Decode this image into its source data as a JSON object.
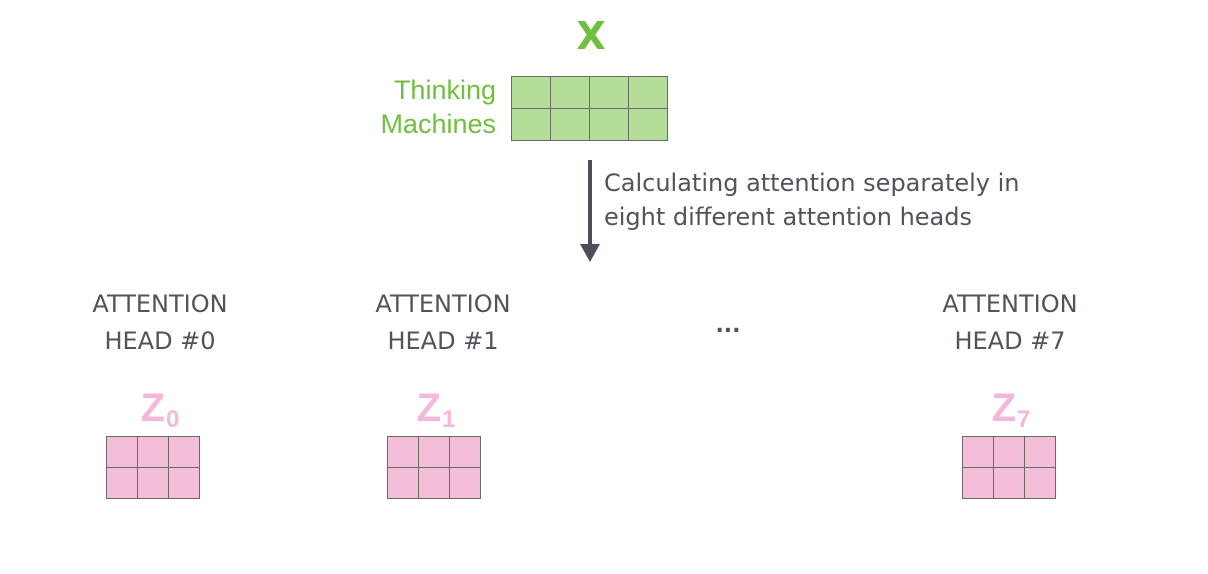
{
  "input": {
    "matrix_label": "X",
    "words": [
      "Thinking",
      "Machines"
    ],
    "grid": {
      "rows": 2,
      "cols": 4
    }
  },
  "arrow": {
    "caption_lines": [
      "Calculating attention separately in",
      "eight different attention heads"
    ]
  },
  "heads": [
    {
      "title_lines": [
        "ATTENTION",
        "HEAD #0"
      ],
      "z_base": "Z",
      "z_sub": "0",
      "grid": {
        "rows": 2,
        "cols": 3
      }
    },
    {
      "title_lines": [
        "ATTENTION",
        "HEAD #1"
      ],
      "z_base": "Z",
      "z_sub": "1",
      "grid": {
        "rows": 2,
        "cols": 3
      }
    },
    {
      "title_lines": [
        "ATTENTION",
        "HEAD #7"
      ],
      "z_base": "Z",
      "z_sub": "7",
      "grid": {
        "rows": 2,
        "cols": 3
      }
    }
  ],
  "ellipsis": "...",
  "colors": {
    "input_label": "#70bf41",
    "input_cell": "#b3dd99",
    "output_label": "#f4b8d8",
    "output_cell": "#f4bed9",
    "text": "#50545c",
    "arrow": "#4b4f57",
    "cell_border": "#6b6b6b"
  }
}
